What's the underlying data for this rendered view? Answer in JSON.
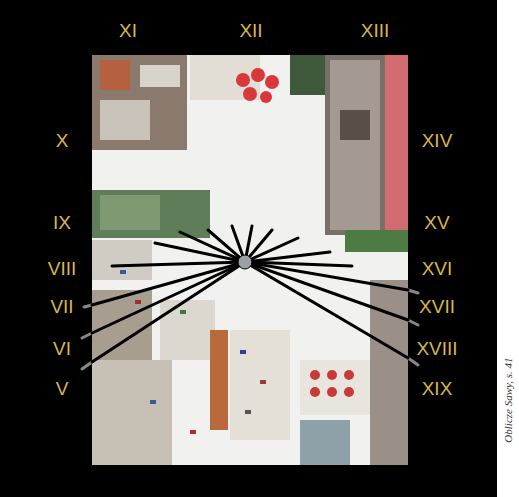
{
  "diagram": {
    "labels": [
      "XI",
      "XII",
      "XIII",
      "X",
      "XIV",
      "IX",
      "XV",
      "VIII",
      "XVI",
      "VII",
      "XVII",
      "VI",
      "XVIII",
      "V",
      "XIX",
      "Oblicze Sawy, s. 41"
    ]
  }
}
